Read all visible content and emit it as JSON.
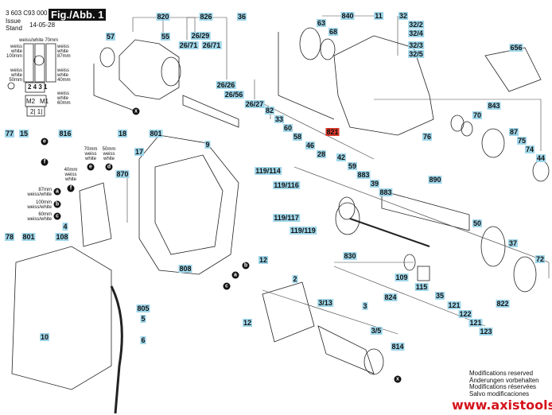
{
  "header": {
    "part_number": "3 603 C93 000",
    "issue_label": "Issue\nStand",
    "issue_date": "14-05-28",
    "figure": "Fig./Abb. 1"
  },
  "wiring": {
    "top": "weiss/white 70mm",
    "left1": "weiss white 100mm",
    "right1": "weiss white 87mm",
    "left2": "weiss white 50mm",
    "right2": "weiss white 40mm",
    "right3": "weiss white 60mm",
    "terminals": "2 4 3 1",
    "m2": "M2",
    "m1": "M1",
    "bottom": "2| 1|"
  },
  "wire_labels": {
    "w70": "70mm weiss white",
    "w50": "50mm weiss white",
    "w40": "40mm weiss white",
    "w87": "87mm weiss/white",
    "w100": "100mm weiss/white",
    "w60": "60mm weiss/white"
  },
  "markers": [
    "x",
    "x",
    "e",
    "f",
    "d",
    "e",
    "f",
    "a",
    "b",
    "c",
    "b",
    "a",
    "c"
  ],
  "labels": [
    "820",
    "57",
    "55",
    "826",
    "26/29",
    "26/71",
    "26/71",
    "36",
    "26/26",
    "26/56",
    "26/27",
    "82",
    "33",
    "60",
    "58",
    "46",
    "28",
    "821",
    "42",
    "59",
    "883",
    "39",
    "883",
    "840",
    "63",
    "68",
    "11",
    "32",
    "32/2",
    "32/4",
    "32/3",
    "32/5",
    "656",
    "843",
    "70",
    "76",
    "87",
    "75",
    "74",
    "44",
    "890",
    "50",
    "37",
    "72",
    "822",
    "119/114",
    "119/116",
    "119/117",
    "119/119",
    "830",
    "109",
    "115",
    "35",
    "121",
    "122",
    "121",
    "123",
    "824",
    "12",
    "2",
    "12",
    "3/13",
    "3",
    "3/5",
    "814",
    "9",
    "801",
    "17",
    "870",
    "18",
    "816",
    "77",
    "15",
    "4",
    "108",
    "78",
    "801",
    "805",
    "5",
    "6",
    "10",
    "808"
  ],
  "highlight_color": "#d9382a",
  "label_color": "#9fd6ea",
  "footer": {
    "modifications": [
      "Modifications reserved",
      "Änderungen vorbehalten",
      "Modifications réservées",
      "Salvo modificaciones"
    ],
    "website": "www.axistools.ru",
    "website_color": "#d4141c"
  }
}
